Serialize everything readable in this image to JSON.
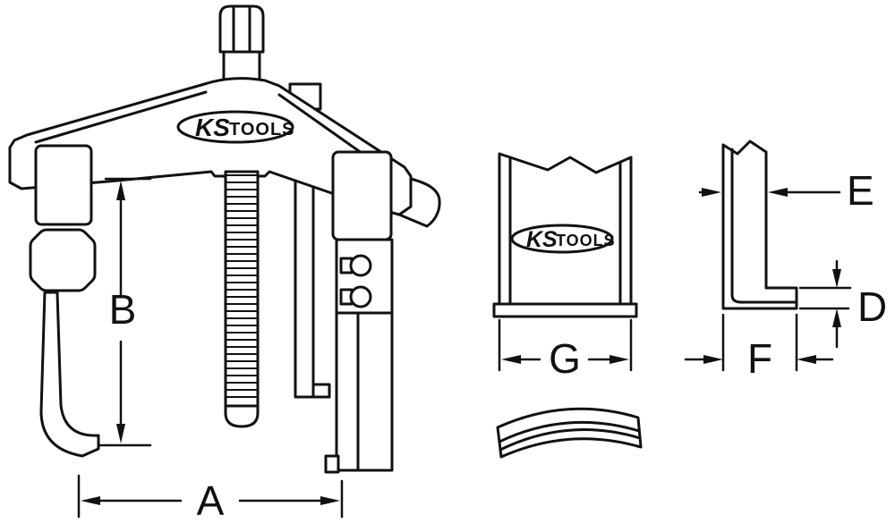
{
  "page": {
    "background_color": "#ffffff",
    "line_color": "#111111"
  },
  "diagram": {
    "brand": {
      "ks": "KS",
      "tools": "TOOLS"
    },
    "dimensions": {
      "A": "A",
      "B": "B",
      "D": "D",
      "E": "E",
      "F": "F",
      "G": "G"
    }
  }
}
